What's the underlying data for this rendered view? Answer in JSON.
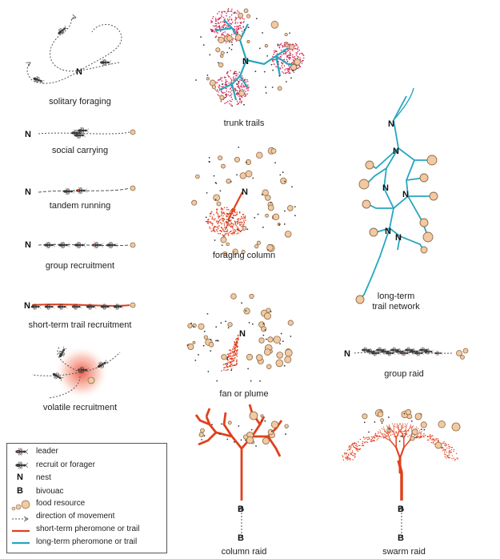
{
  "labels": {
    "solitary_foraging": "solitary foraging",
    "social_carrying": "social carrying",
    "tandem_running": "tandem running",
    "group_recruitment": "group recruitment",
    "short_term_trail_recruitment": "short-term trail recruitment",
    "volatile_recruitment": "volatile recruitment",
    "trunk_trails": "trunk trails",
    "foraging_column": "foraging column",
    "fan_or_plume": "fan or plume",
    "column_raid": "column raid",
    "long_term_trail_network_1": "long-term",
    "long_term_trail_network_2": "trail network",
    "group_raid": "group raid",
    "swarm_raid": "swarm raid"
  },
  "markers": {
    "nest": "N",
    "bivouac": "B"
  },
  "legend": {
    "leader": "leader",
    "recruit": "recruit or forager",
    "nest_symbol": "N",
    "nest": "nest",
    "bivouac_symbol": "B",
    "bivouac": "bivouac",
    "food": "food resource",
    "direction": "direction of movement",
    "short_term": "short-term pheromone or trail",
    "long_term": "long-term pheromone or trail"
  },
  "colors": {
    "short_term_trail": "#e0401e",
    "long_term_trail": "#27a6c0",
    "food": "#f2c9a0",
    "food_stroke": "#8a6a4a",
    "ant": "#3a3a3a",
    "dots": "#d42a55"
  }
}
